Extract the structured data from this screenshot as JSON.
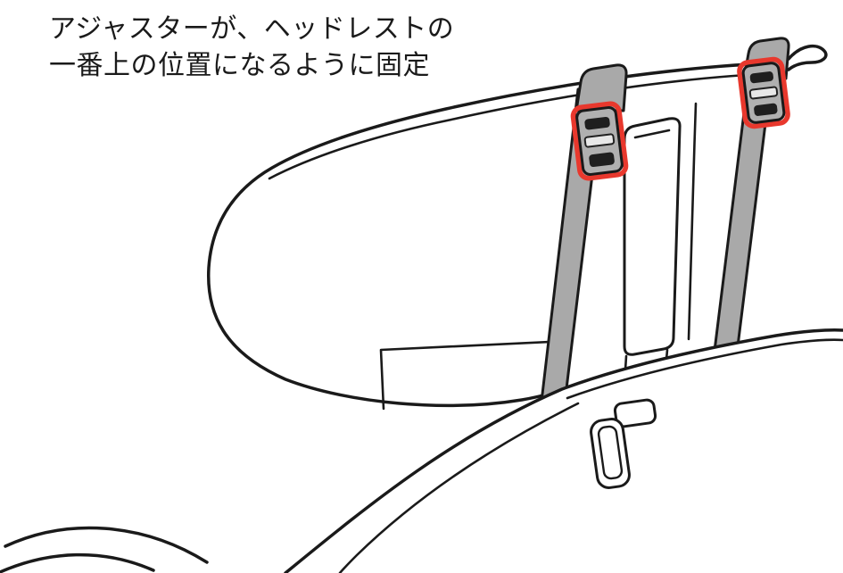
{
  "annotation": {
    "line1": "アジャスターが、ヘッドレストの",
    "line2": "一番上の位置になるように固定"
  },
  "colors": {
    "background": "#ffffff",
    "outline": "#1a1a1a",
    "strap-fill": "#a9a9a9",
    "buckle-fill": "#b0b0b0",
    "buckle-slot": "#1f1f1f",
    "highlight": "#e8382d"
  },
  "illustration": {
    "name": "headrest-strap-adjuster-diagram",
    "parts": {
      "headrest_cover": "headrest-cover",
      "headrest_frame": "headrest-frame",
      "left_strap": "left-shoulder-strap",
      "right_strap": "right-shoulder-strap",
      "left_adjuster": "left-strap-adjuster",
      "right_adjuster": "right-strap-adjuster",
      "seat_shell": "seat-shell",
      "strap_loop": "seat-strap-loop",
      "armrest": "armrest-curves"
    }
  }
}
